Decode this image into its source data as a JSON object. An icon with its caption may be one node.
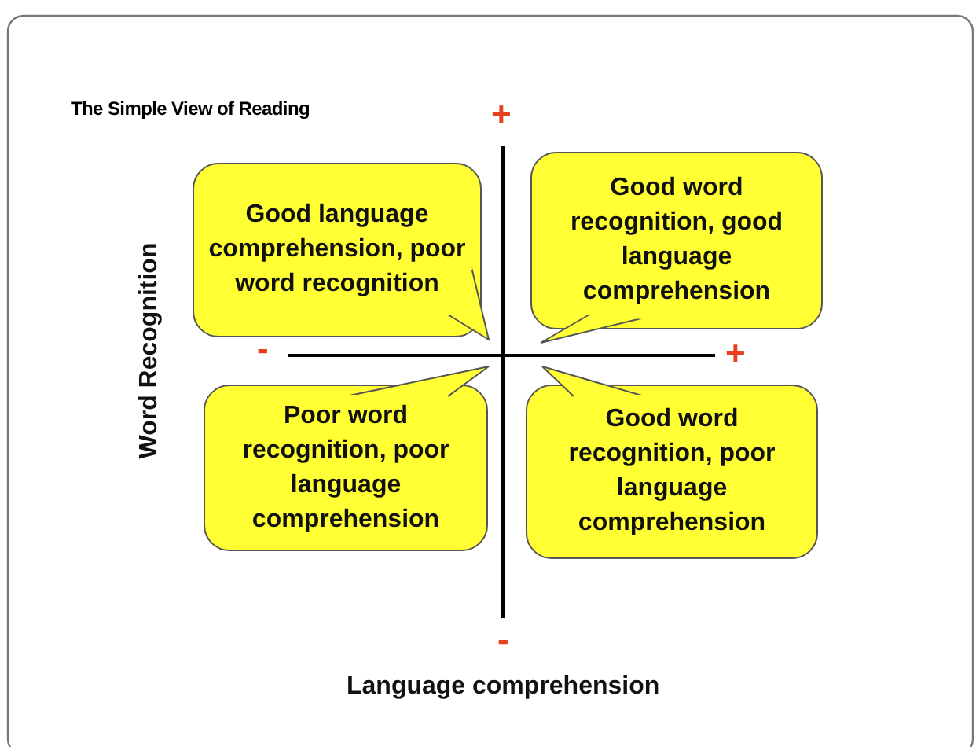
{
  "diagram": {
    "title": "The Simple View of Reading",
    "nodes": [
      {
        "text": [
          "Good language comprehension, poor word recognition"
        ]
      },
      {
        "text": [
          "Good word recognition, good language comprehension"
        ]
      },
      {
        "text": [
          "Poor word recognition, poor language comprehension"
        ]
      },
      {
        "text": [
          "Good word recognition, poor language comprehension"
        ]
      }
    ],
    "labels": [
      "+",
      "-",
      "+",
      "-",
      "Word Recognition",
      "Language comprehension"
    ]
  }
}
